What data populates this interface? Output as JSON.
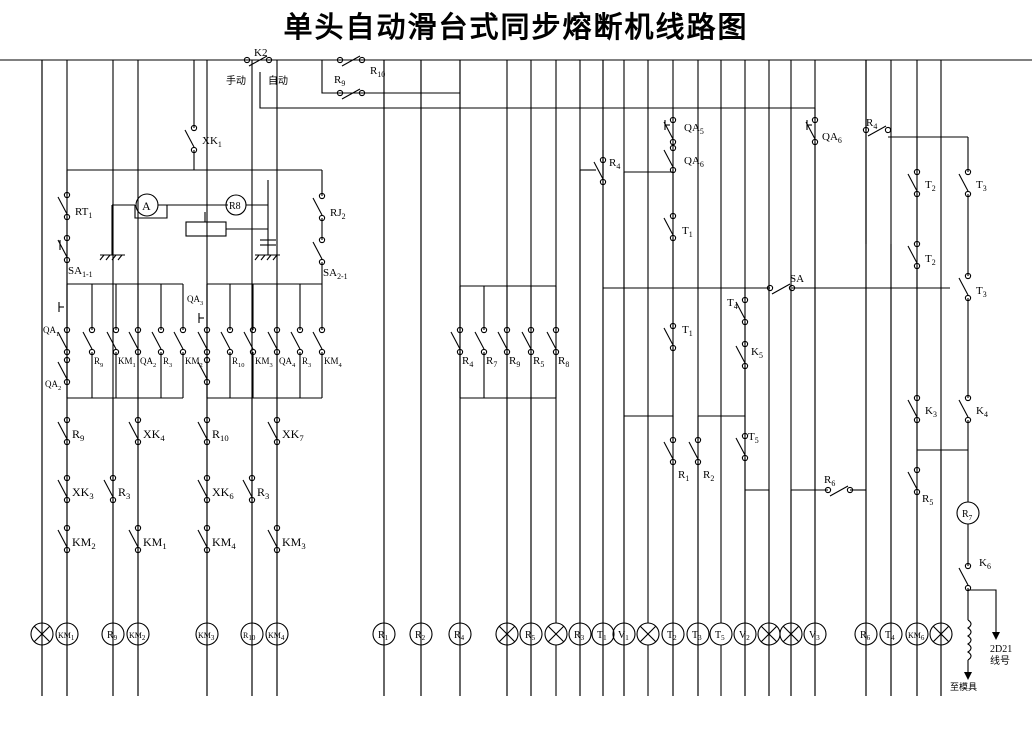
{
  "title": "单头自动滑台式同步熔断机线路图",
  "mode_switch": {
    "label": "K2",
    "manual": "手动",
    "auto": "自动"
  },
  "meter_labels": {
    "ammeter": "A",
    "relay": "R8"
  },
  "notes": {
    "to_mold": "至模具",
    "line_no": "2D21\n线号"
  },
  "labels": {
    "R9_top": "R9",
    "R10_top": "R10",
    "XK1": "XK1",
    "RT1": "RT1",
    "RJ2": "RJ2",
    "SA11": "SA1-1",
    "SA21": "SA2-1",
    "QA5": "QA5",
    "QA6_top": "QA6",
    "QA6b": "QA6",
    "R4_top": "R4",
    "R4_mid": "R4",
    "T1a": "T1",
    "T1b": "T1",
    "T2a": "T2",
    "T2b": "T2",
    "T3a": "T3",
    "T3b": "T3",
    "SA": "SA",
    "T4": "T4",
    "K5": "K5",
    "T5": "T5",
    "R1": "R1",
    "R2": "R2",
    "R6": "R6",
    "K3": "K3",
    "K4": "K4",
    "R5": "R5",
    "R7": "R7",
    "K6": "K6",
    "QA1a": "QA1",
    "QA2a": "QA2",
    "QA3": "QA3",
    "QA4": "QA4",
    "R9a": "R9",
    "KM1a": "KM1",
    "QA2b": "QA2",
    "R3a": "R3",
    "KM2a": "KM2",
    "R10a": "R10",
    "KM3a": "KM3",
    "QA4b": "QA4",
    "R3b": "R3",
    "KM4a": "KM4",
    "R9b": "R9",
    "XK4": "XK4",
    "R10b": "R10",
    "XK7": "XK7",
    "XK3": "XK3",
    "R3c": "R3",
    "XK6": "XK6",
    "R3d": "R3",
    "KM2b": "KM2",
    "KM1b": "KM1",
    "KM4b": "KM4",
    "KM3b": "KM3",
    "R4c": "R4",
    "R7a": "R7",
    "R9c": "R9",
    "R5a": "R5",
    "R8a": "R8"
  },
  "loads": [
    {
      "type": "lamp",
      "label": ""
    },
    {
      "type": "coil",
      "label": "KM1"
    },
    {
      "type": "coil",
      "label": "R9"
    },
    {
      "type": "coil",
      "label": "KM2"
    },
    {
      "type": "coil",
      "label": "KM3"
    },
    {
      "type": "coil",
      "label": "R10"
    },
    {
      "type": "coil",
      "label": "KM4"
    },
    {
      "type": "coil",
      "label": "R1"
    },
    {
      "type": "coil",
      "label": "R2"
    },
    {
      "type": "coil",
      "label": "R4"
    },
    {
      "type": "lamp",
      "label": ""
    },
    {
      "type": "coil",
      "label": "R5"
    },
    {
      "type": "lamp",
      "label": ""
    },
    {
      "type": "coil",
      "label": "R3"
    },
    {
      "type": "coil",
      "label": "T1"
    },
    {
      "type": "coil",
      "label": "V1"
    },
    {
      "type": "lamp",
      "label": ""
    },
    {
      "type": "coil",
      "label": "T2"
    },
    {
      "type": "coil",
      "label": "T3"
    },
    {
      "type": "coil",
      "label": "T5"
    },
    {
      "type": "coil",
      "label": "V2"
    },
    {
      "type": "lamp",
      "label": ""
    },
    {
      "type": "lamp",
      "label": ""
    },
    {
      "type": "coil",
      "label": "V3"
    },
    {
      "type": "coil",
      "label": "R6"
    },
    {
      "type": "coil",
      "label": "T4"
    },
    {
      "type": "coil",
      "label": "KM6"
    },
    {
      "type": "lamp",
      "label": ""
    }
  ]
}
